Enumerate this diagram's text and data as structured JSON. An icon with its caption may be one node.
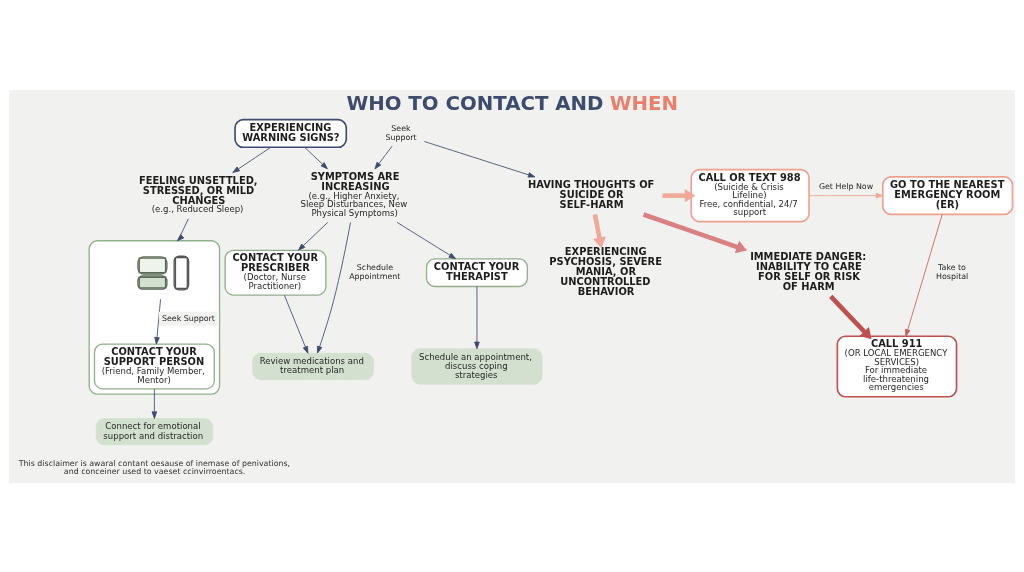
{
  "diagram": {
    "title": "WHO TO CONTACT AND WHEN",
    "nodes": [
      {
        "text": [
          "EXPERIENCING WARNING SIGNS?"
        ]
      },
      {
        "text": [
          "FEELING UNSETTLED, STRESSED, OR MILD CHANGES",
          "(e.g., Reduced Sleep)"
        ]
      },
      {
        "text": [
          "SYMPTOMS ARE INCREASING",
          "(e.g., Higher Anxiety, Sleep Disturbances, New Physical Symptoms)"
        ]
      },
      {
        "text": [
          "CONTACT YOUR PRESCRIBER",
          "(Doctor, Nurse Practitioner)"
        ]
      },
      {
        "text": [
          "Review medications and treatment plan"
        ]
      },
      {
        "text": [
          "CONTACT YOUR THERAPIST"
        ]
      },
      {
        "text": [
          "Schedule an appointment, discuss coping strategies"
        ]
      },
      {
        "text": [],
        "shape": "box"
      },
      {
        "text": [],
        "shape": "picture",
        "in": 7
      },
      {
        "text": [
          "CONTACT YOUR SUPPORT PERSON",
          "(Friend, Family Member, Mentor)"
        ],
        "in": 7
      },
      {
        "text": [
          "Connect for emotional support and distraction"
        ]
      },
      {
        "text": [
          "HAVING THOUGHTS OF SUICIDE OR SELF-HARM"
        ]
      },
      {
        "text": [
          "EXPERIENCING PSYCHOSIS, SEVERE MANIA, OR UNCONTROLLED BEHAVIOR"
        ]
      },
      {
        "text": [
          "CALL OR TEXT 988",
          "(Suicide & Crisis Lifeline)",
          "Free, confidential, 24/7 support"
        ]
      },
      {
        "text": [
          "GO TO THE NEAREST EMERGENCY ROOM (ER)"
        ]
      },
      {
        "text": [
          "IMMEDIATE DANGER: INABILITY TO CARE FOR SELF OR RISK OF HARM"
        ]
      },
      {
        "text": [
          "CALL 911",
          "(OR LOCAL EMERGENCY SERVICES)",
          "For immediate life-threatening emergencies"
        ]
      },
      {
        "text": [
          "Seek Support"
        ]
      }
    ],
    "edges": [
      {
        "from": 0,
        "to": 1,
        "arrow": "to"
      },
      {
        "from": 0,
        "to": 2,
        "arrow": "to"
      },
      {
        "from": 1,
        "to": 7,
        "arrow": "to"
      },
      {
        "from": 8,
        "to": 9,
        "arrow": "to",
        "label": "Seek Support"
      },
      {
        "from": 9,
        "to": 10,
        "arrow": "to"
      },
      {
        "from": 17,
        "to": 2,
        "arrow": "to"
      },
      {
        "from": 17,
        "to": 11,
        "arrow": "to"
      },
      {
        "from": 2,
        "to": 3,
        "arrow": "to"
      },
      {
        "from": 2,
        "to": 4,
        "arrow": "to",
        "label": "Schedule Appointment"
      },
      {
        "from": 3,
        "to": 4,
        "arrow": "to"
      },
      {
        "from": 2,
        "to": 5,
        "arrow": "to"
      },
      {
        "from": 5,
        "to": 6,
        "arrow": "to"
      },
      {
        "from": 11,
        "to": 12,
        "arrow": "to",
        "style": "thick",
        "color": "#f0a898"
      },
      {
        "from": 11,
        "to": 13,
        "arrow": "to",
        "style": "thick",
        "color": "#f0a898"
      },
      {
        "from": 13,
        "to": 14,
        "arrow": "to",
        "label": "Get Help Now",
        "color": "#f0a898"
      },
      {
        "from": 14,
        "to": 16,
        "arrow": "to",
        "label": "Take to Hospital",
        "color": "#c8605a"
      },
      {
        "from": 11,
        "to": 15,
        "arrow": "to",
        "style": "thick",
        "color": "#d98080"
      },
      {
        "from": 15,
        "to": 16,
        "arrow": "to",
        "style": "thick",
        "color": "#c0504d"
      }
    ],
    "labels": [
      "This disclaimer is awaral contant oesause of inemase of penivations, and conceiner used to vaeset ccinvirroentacs."
    ]
  }
}
